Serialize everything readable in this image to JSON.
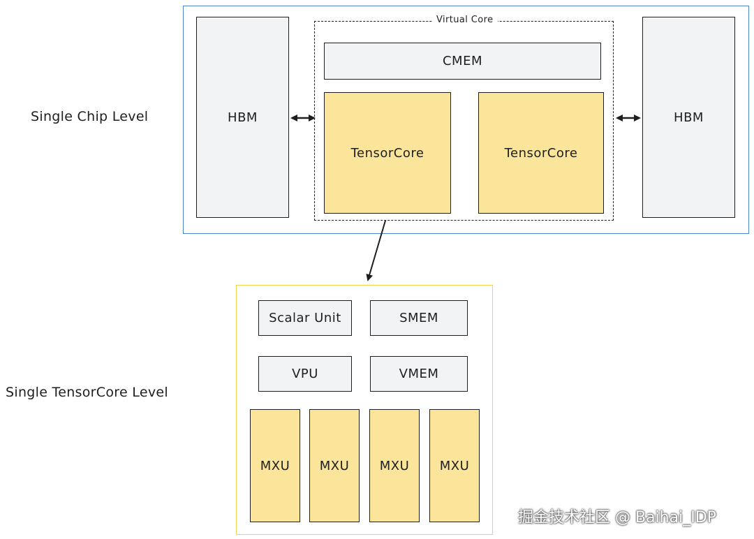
{
  "labels": {
    "chip_level": "Single Chip Level",
    "tensorcore_level": "Single TensorCore Level"
  },
  "chip": {
    "hbm_left": "HBM",
    "hbm_right": "HBM",
    "virtual_core_title": "Virtual Core",
    "cmem": "CMEM",
    "tensorcore_1": "TensorCore",
    "tensorcore_2": "TensorCore"
  },
  "tensorcore": {
    "scalar_unit": "Scalar Unit",
    "smem": "SMEM",
    "vpu": "VPU",
    "vmem": "VMEM",
    "mxu": [
      "MXU",
      "MXU",
      "MXU",
      "MXU"
    ]
  },
  "watermark": "掘金技术社区 @ Baihai_IDP",
  "colors": {
    "chip_border": "#4a86c8",
    "tensorcore_fill": "#fbe59a",
    "memory_fill": "#f1f3f5",
    "tensorcore_outline": "#f2d24a"
  }
}
